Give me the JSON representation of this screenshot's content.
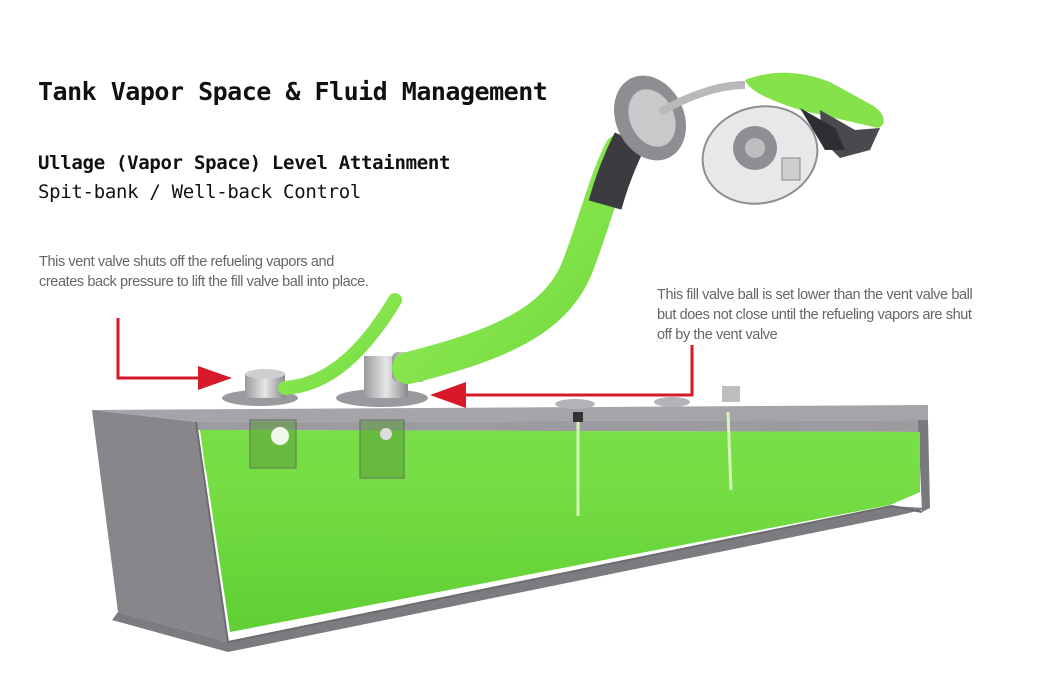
{
  "title": "Tank Vapor Space & Fluid Management",
  "subtitle_1": "Ullage (Vapor Space) Level Attainment",
  "subtitle_2": "Spit-bank / Well-back Control",
  "annotations": {
    "vent_valve": "This vent valve shuts off the refueling vapors and creates back pressure to lift the fill valve ball into place.",
    "fill_valve": "This fill valve ball is set lower than the vent valve ball but does not close until the refueling vapors  are shut off by the vent valve"
  },
  "colors": {
    "fluid_green": "#7ee34a",
    "hose_green": "#8aea4d",
    "tank_gray": "#8f8f93",
    "arrow_red": "#d7192a"
  }
}
